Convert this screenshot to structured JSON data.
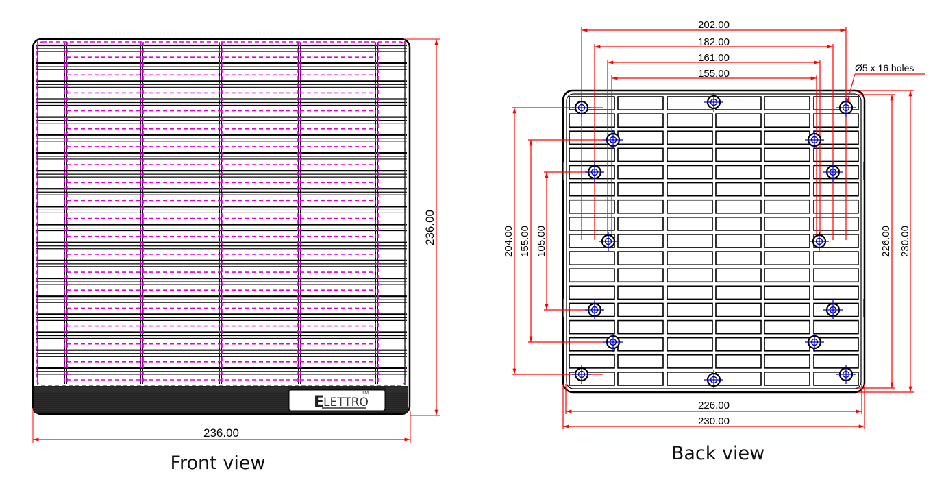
{
  "front_view": {
    "caption": "Front view",
    "width_label": "236.00",
    "height_label": "236.00",
    "logo": {
      "initial": "E",
      "rest": "LETTRO",
      "tm": "TM"
    }
  },
  "back_view": {
    "caption": "Back view",
    "top_dims": [
      "202.00",
      "182.00",
      "161.00",
      "155.00"
    ],
    "hole_note": "Ø5 x 16 holes",
    "left_dims": [
      "204.00",
      "155.00",
      "105.00"
    ],
    "right_dims": [
      "226.00",
      "230.00"
    ],
    "bottom_dims": [
      "226.00",
      "230.00"
    ]
  },
  "colors": {
    "outline": "#000000",
    "dimension": "#ff0000",
    "hidden_line": "#e000e0",
    "hole_center": "#0000cc"
  }
}
